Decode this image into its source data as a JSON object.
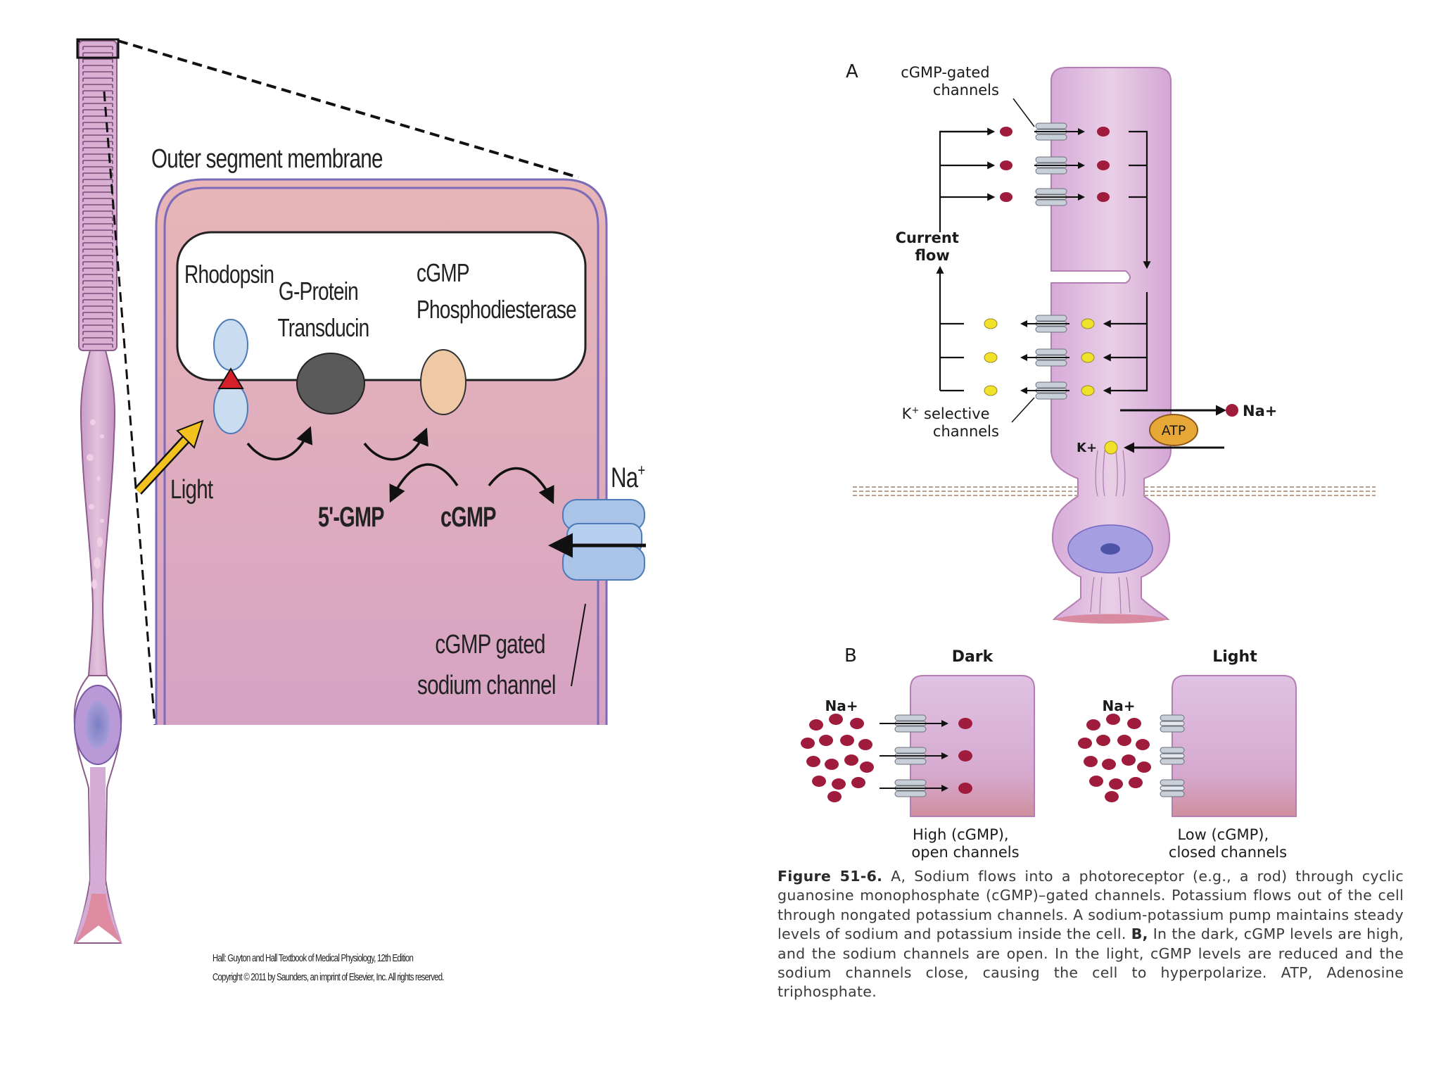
{
  "left_panel": {
    "title": "Outer segment membrane",
    "rhodopsin": "Rhodopsin",
    "g_protein": "G-Protein\nTransducin",
    "cgmp_pde": "cGMP\nPhosphodiesterase",
    "light": "Light",
    "five_gmp": "5'-GMP",
    "cgmp": "cGMP",
    "na": "Na",
    "na_sup": "+",
    "channel": "cGMP gated\nsodium channel",
    "credit_line1": "Hall: Guyton and Hall Textbook of Medical Physiology, 12th Edition",
    "credit_line2": "Copyright © 2011 by Saunders, an imprint of Elsevier, Inc. All rights reserved."
  },
  "panel_a": {
    "label": "A",
    "cgmp_channels": "cGMP-gated\nchannels",
    "current_flow": "Current\nflow",
    "k_channels_line1": "K",
    "k_channels_sup": "+",
    "k_channels_line1_rest": " selective",
    "k_channels_line2": "channels",
    "atp": "ATP",
    "na": "Na+",
    "k": "K+"
  },
  "panel_b": {
    "label": "B",
    "dark": "Dark",
    "light": "Light",
    "na_dark": "Na+",
    "na_light": "Na+",
    "dark_caption": "High (cGMP),\nopen channels",
    "light_caption": "Low (cGMP),\nclosed channels"
  },
  "caption": {
    "lead": "Figure 51-6.",
    "part1": " A, Sodium flows into a photoreceptor (e.g., a rod) through cyclic guanosine monophosphate (cGMP)–gated channels. Potassium flows out of the cell through nongated potassium channels. A sodium-potassium pump maintains steady levels of sodium and potassium inside the cell. ",
    "b": "B,",
    "part2": " In the dark, cGMP levels are high, and the sodium channels are open. In the light, cGMP levels are reduced and the sodium channels close, causing the cell to hyperpolarize. ATP, Adenosine triphosphate."
  },
  "colors": {
    "cell_pink": "#d6a3c4",
    "cell_purple": "#b98ab8",
    "disc_blue": "#c9dcf0",
    "g_protein": "#5a5a5a",
    "pde": "#efc9a5",
    "arrow_yellow": "#f4c21f",
    "na_ion": "#a01c3c",
    "k_ion": "#f0e22a"
  }
}
